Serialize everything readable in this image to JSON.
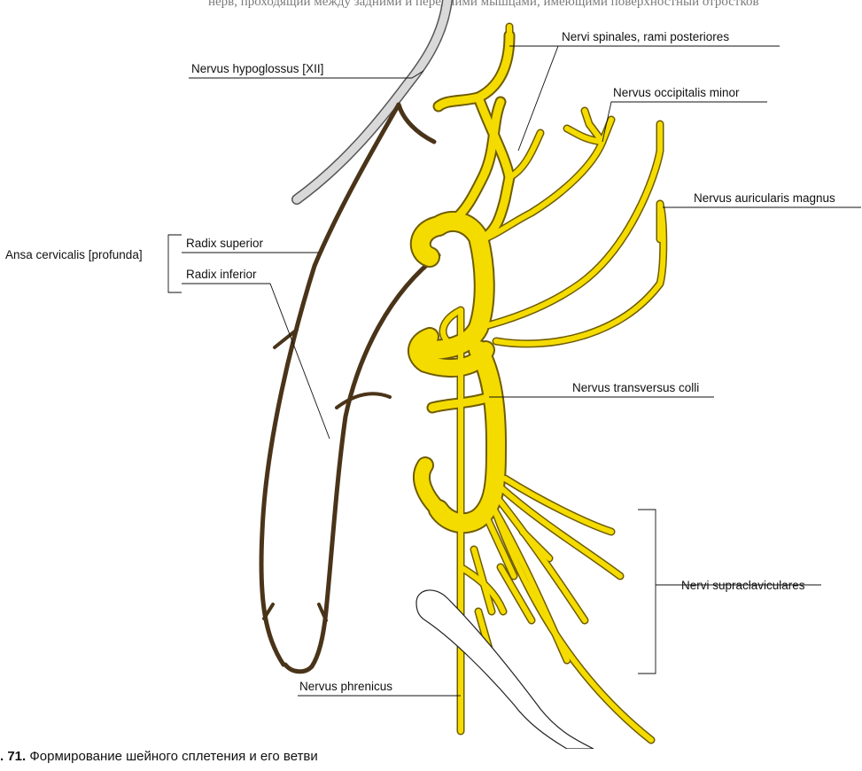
{
  "header_fragment": "нерв, проходящий между задними и передними мышцами, имеющими поверхностный отростков",
  "labels": {
    "hypoglossus": "Nervus hypoglossus [XII]",
    "spinales": "Nervi spinales, rami posteriores",
    "occipitalis": "Nervus occipitalis minor",
    "auricularis": "Nervus auricularis magnus",
    "ansa": "Ansa cervicalis [profunda]",
    "radix_superior": "Radix superior",
    "radix_inferior": "Radix inferior",
    "transversus": "Nervus transversus colli",
    "supraclaviculares": "Nervi supraclaviculares",
    "phrenicus": "Nervus phrenicus"
  },
  "caption": {
    "number": ". 71.",
    "text": " Формирование шейного сплетения и его ветви"
  },
  "colors": {
    "nerve_plexus": "#f5dc00",
    "nerve_outline": "#6e5c00",
    "ansa_cervicalis": "#4a3419",
    "hypoglossus": "#d9d9d9",
    "clavicle": "#ffffff"
  }
}
